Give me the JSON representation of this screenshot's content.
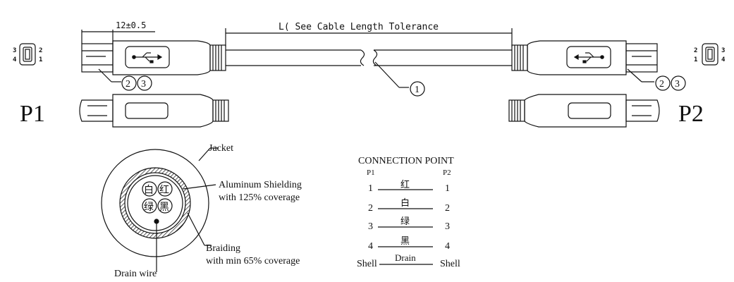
{
  "dimension_label": "12±0.5",
  "cable_length_label": "L( See Cable Length Tolerance",
  "connectors": {
    "p1": {
      "label": "P1",
      "pins": [
        "3",
        "2",
        "4",
        "1"
      ],
      "callouts": [
        "②",
        "③"
      ]
    },
    "p2": {
      "label": "P2",
      "pins": [
        "2",
        "3",
        "1",
        "4"
      ],
      "callouts": [
        "②",
        "③"
      ]
    },
    "cable_callout": "①"
  },
  "cross_section": {
    "jacket": "Jacket",
    "shielding_line1": "Aluminum Shielding",
    "shielding_line2": "with 125% coverage",
    "braiding_line1": "Braiding",
    "braiding_line2": "with min 65% coverage",
    "drain_wire": "Drain wire",
    "conductors": [
      "白",
      "红",
      "绿",
      "黑"
    ]
  },
  "connection": {
    "title": "CONNECTION  POINT",
    "left_header": "P1",
    "right_header": "P2",
    "rows": [
      {
        "left": "1",
        "wire": "红",
        "right": "1"
      },
      {
        "left": "2",
        "wire": "白",
        "right": "2"
      },
      {
        "left": "3",
        "wire": "绿",
        "right": "3"
      },
      {
        "left": "4",
        "wire": "黑",
        "right": "4"
      },
      {
        "left": "Shell",
        "wire": "Drain",
        "right": "Shell"
      }
    ]
  }
}
